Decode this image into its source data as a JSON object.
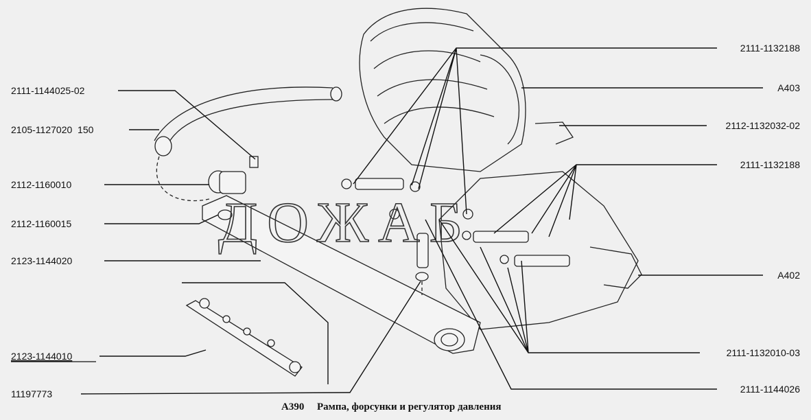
{
  "title": "А390",
  "caption": "Рампа, форсунки и регулятор давления",
  "watermark": "ДОЖАБ",
  "labels_left": [
    {
      "id": "l1",
      "text": "2111-1144025-02"
    },
    {
      "id": "l2",
      "text": "2105-1127020  150"
    },
    {
      "id": "l3",
      "text": "2112-1160010"
    },
    {
      "id": "l4",
      "text": "2112-1160015"
    },
    {
      "id": "l5",
      "text": "2123-1144020"
    },
    {
      "id": "l6",
      "text": "2123-1144010"
    },
    {
      "id": "l7",
      "text": "11197773"
    }
  ],
  "labels_right": [
    {
      "id": "r1",
      "text": "2111-1132188"
    },
    {
      "id": "r2",
      "text": "A403"
    },
    {
      "id": "r3",
      "text": "2112-1132032-02"
    },
    {
      "id": "r4",
      "text": "2111-1132188"
    },
    {
      "id": "r5",
      "text": "A402"
    },
    {
      "id": "r6",
      "text": "2111-1132010-03"
    },
    {
      "id": "r7",
      "text": "2111-1144026"
    }
  ]
}
